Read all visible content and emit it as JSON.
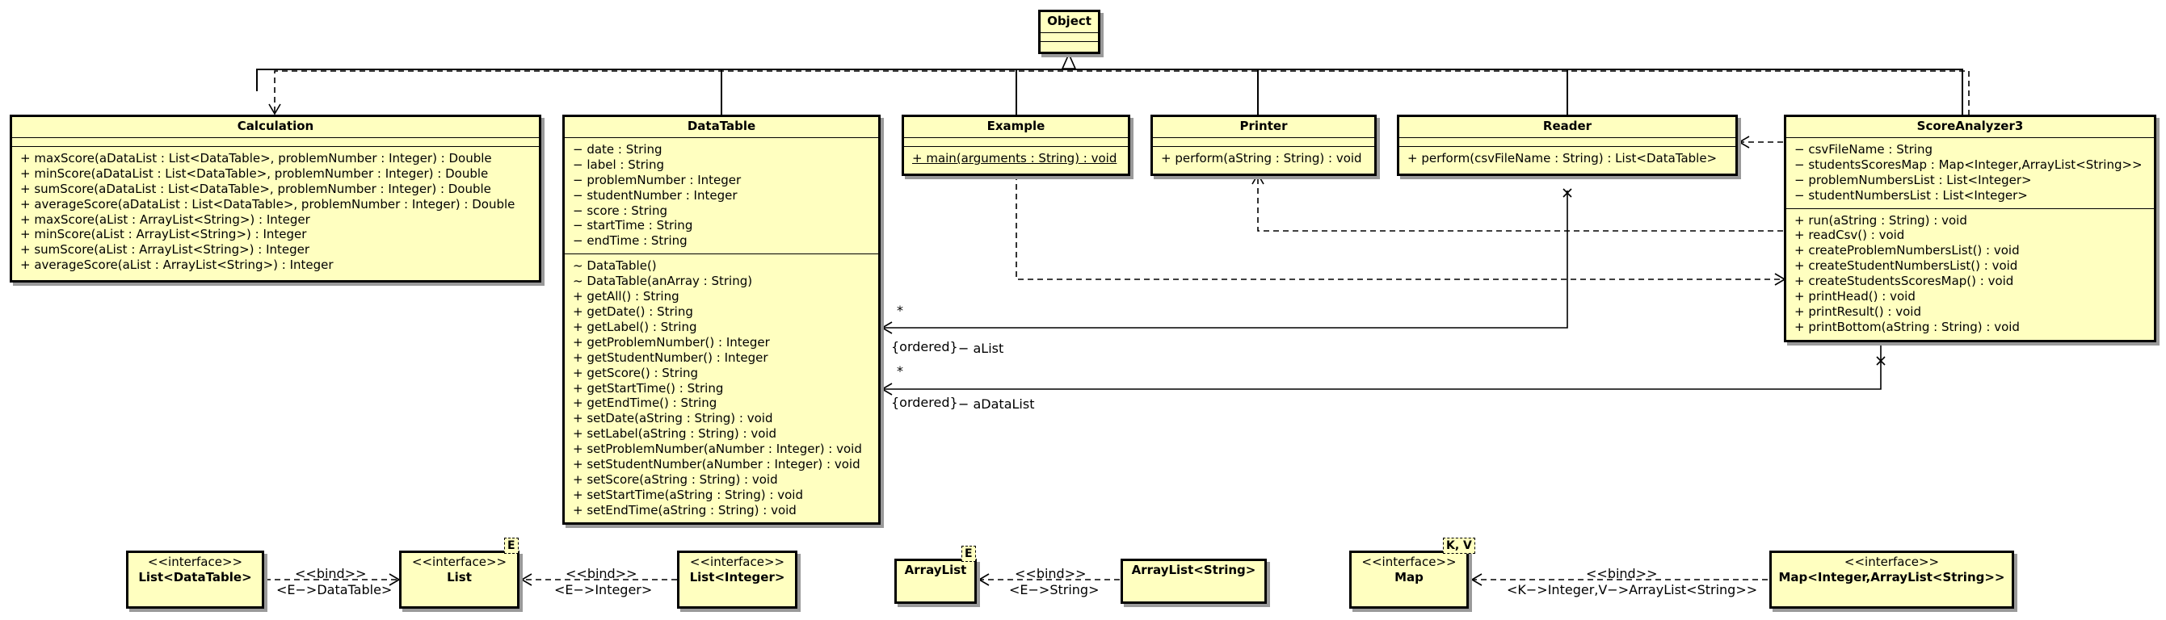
{
  "object": {
    "name": "Object"
  },
  "calculation": {
    "name": "Calculation",
    "operations": [
      "+ maxScore(aDataList : List<DataTable>, problemNumber : Integer) : Double",
      "+ minScore(aDataList : List<DataTable>, problemNumber : Integer) : Double",
      "+ sumScore(aDataList : List<DataTable>, problemNumber : Integer) : Double",
      "+ averageScore(aDataList : List<DataTable>, problemNumber : Integer) : Double",
      "+ maxScore(aList : ArrayList<String>) : Integer",
      "+ minScore(aList : ArrayList<String>) : Integer",
      "+ sumScore(aList : ArrayList<String>) : Integer",
      "+ averageScore(aList : ArrayList<String>) : Integer"
    ]
  },
  "datatable": {
    "name": "DataTable",
    "attributes": [
      "− date : String",
      "− label : String",
      "− problemNumber : Integer",
      "− studentNumber : Integer",
      "− score : String",
      "− startTime : String",
      "− endTime : String"
    ],
    "operations": [
      "~ DataTable()",
      "~ DataTable(anArray : String)",
      "+ getAll() : String",
      "+ getDate() : String",
      "+ getLabel() : String",
      "+ getProblemNumber() : Integer",
      "+ getStudentNumber() : Integer",
      "+ getScore() : String",
      "+ getStartTime() : String",
      "+ getEndTime() : String",
      "+ setDate(aString : String) : void",
      "+ setLabel(aString : String) : void",
      "+ setProblemNumber(aNumber : Integer) : void",
      "+ setStudentNumber(aNumber : Integer) : void",
      "+ setScore(aString : String) : void",
      "+ setStartTime(aString : String) : void",
      "+ setEndTime(aString : String) : void"
    ]
  },
  "example": {
    "name": "Example",
    "operations": [
      "+ main(arguments : String) : void"
    ]
  },
  "printer": {
    "name": "Printer",
    "operations": [
      "+ perform(aString : String) : void"
    ]
  },
  "reader": {
    "name": "Reader",
    "operations": [
      "+ perform(csvFileName : String) : List<DataTable>"
    ]
  },
  "scoreanalyzer": {
    "name": "ScoreAnalyzer3",
    "attributes": [
      "− csvFileName : String",
      "− studentsScoresMap : Map<Integer,ArrayList<String>>",
      "− problemNumbersList : List<Integer>",
      "− studentNumbersList : List<Integer>"
    ],
    "operations": [
      "+ run(aString : String) : void",
      "+ readCsv() : void",
      "+ createProblemNumbersList() : void",
      "+ createStudentNumbersList() : void",
      "+ createStudentsScoresMap() : void",
      "+ printHead() : void",
      "+ printResult() : void",
      "+ printBottom(aString : String) : void"
    ]
  },
  "list_datatable": {
    "stereotype": "<<interface>>",
    "name": "List<DataTable>"
  },
  "list": {
    "stereotype": "<<interface>>",
    "name": "List",
    "type_param": "E"
  },
  "list_integer": {
    "stereotype": "<<interface>>",
    "name": "List<Integer>"
  },
  "arraylist": {
    "name": "ArrayList",
    "type_param": "E"
  },
  "arraylist_string": {
    "name": "ArrayList<String>"
  },
  "map": {
    "stereotype": "<<interface>>",
    "name": "Map",
    "type_param": "K, V"
  },
  "map_integer": {
    "stereotype": "<<interface>>",
    "name": "Map<Integer,ArrayList<String>>"
  },
  "edge_labels": {
    "alist_mult": "*",
    "alist_ordered": "{ordered}",
    "alist_role": "− aList",
    "adatalist_mult": "*",
    "adatalist_ordered": "{ordered}",
    "adatalist_role": "− aDataList",
    "bind1_stereo": "<<bind>>",
    "bind1_sub": "<E−>DataTable>",
    "bind2_stereo": "<<bind>>",
    "bind2_sub": "<E−>Integer>",
    "bind3_stereo": "<<bind>>",
    "bind3_sub": "<E−>String>",
    "bind4_stereo": "<<bind>>",
    "bind4_sub": "<K−>Integer,V−>ArrayList<String>>"
  }
}
